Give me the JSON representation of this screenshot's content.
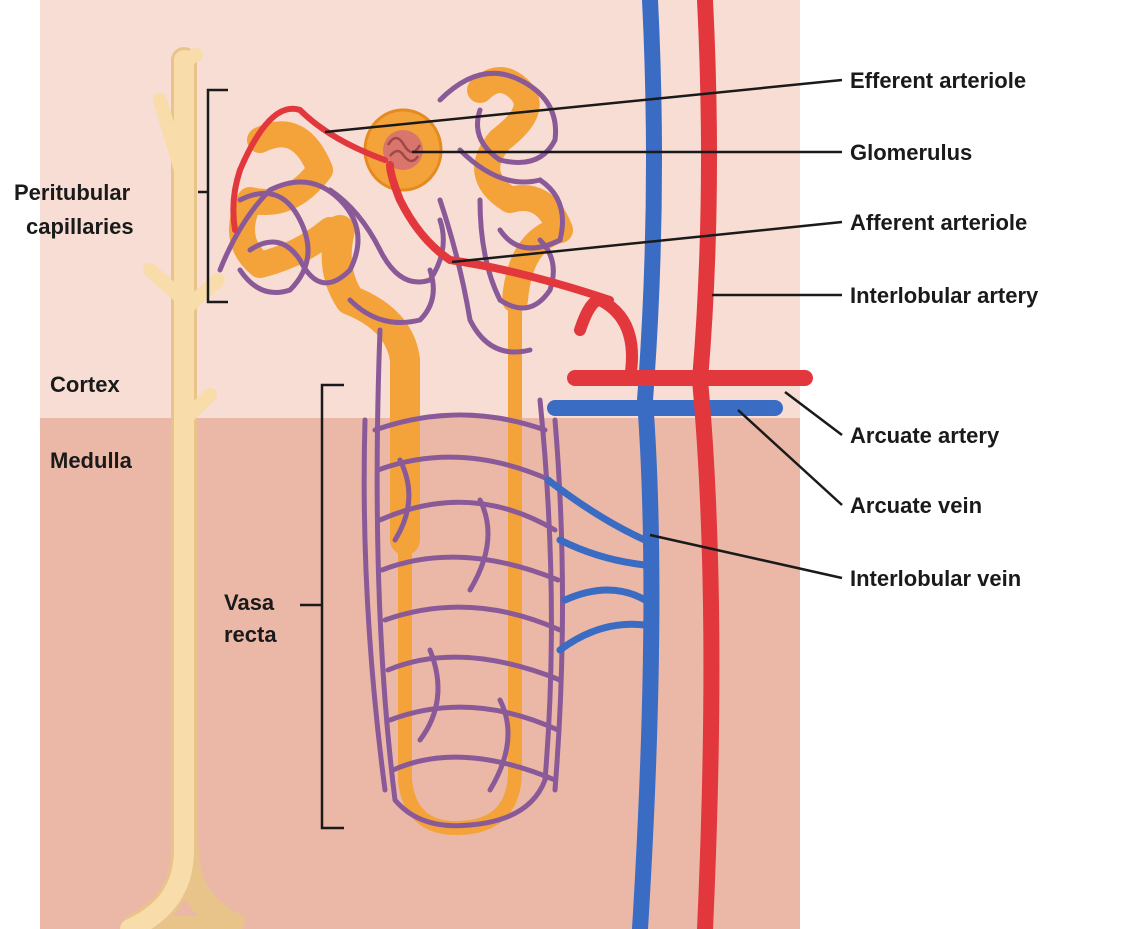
{
  "labels": {
    "efferent_arteriole": "Efferent arteriole",
    "glomerulus": "Glomerulus",
    "afferent_arteriole": "Afferent arteriole",
    "interlobular_artery": "Interlobular artery",
    "arcuate_artery": "Arcuate artery",
    "arcuate_vein": "Arcuate vein",
    "interlobular_vein": "Interlobular vein",
    "peritubular_line1": "Peritubular",
    "peritubular_line2": "capillaries",
    "cortex": "Cortex",
    "medulla": "Medulla",
    "vasa_line1": "Vasa",
    "vasa_line2": "recta"
  },
  "colors": {
    "cortex_bg": "#f7ddd4",
    "medulla_bg": "#ebb8a8",
    "artery": "#e2383d",
    "vein": "#3a6cc4",
    "capillary": "#8a5a98",
    "tubule": "#f4a33a",
    "collecting_duct": "#f8dcaa"
  }
}
